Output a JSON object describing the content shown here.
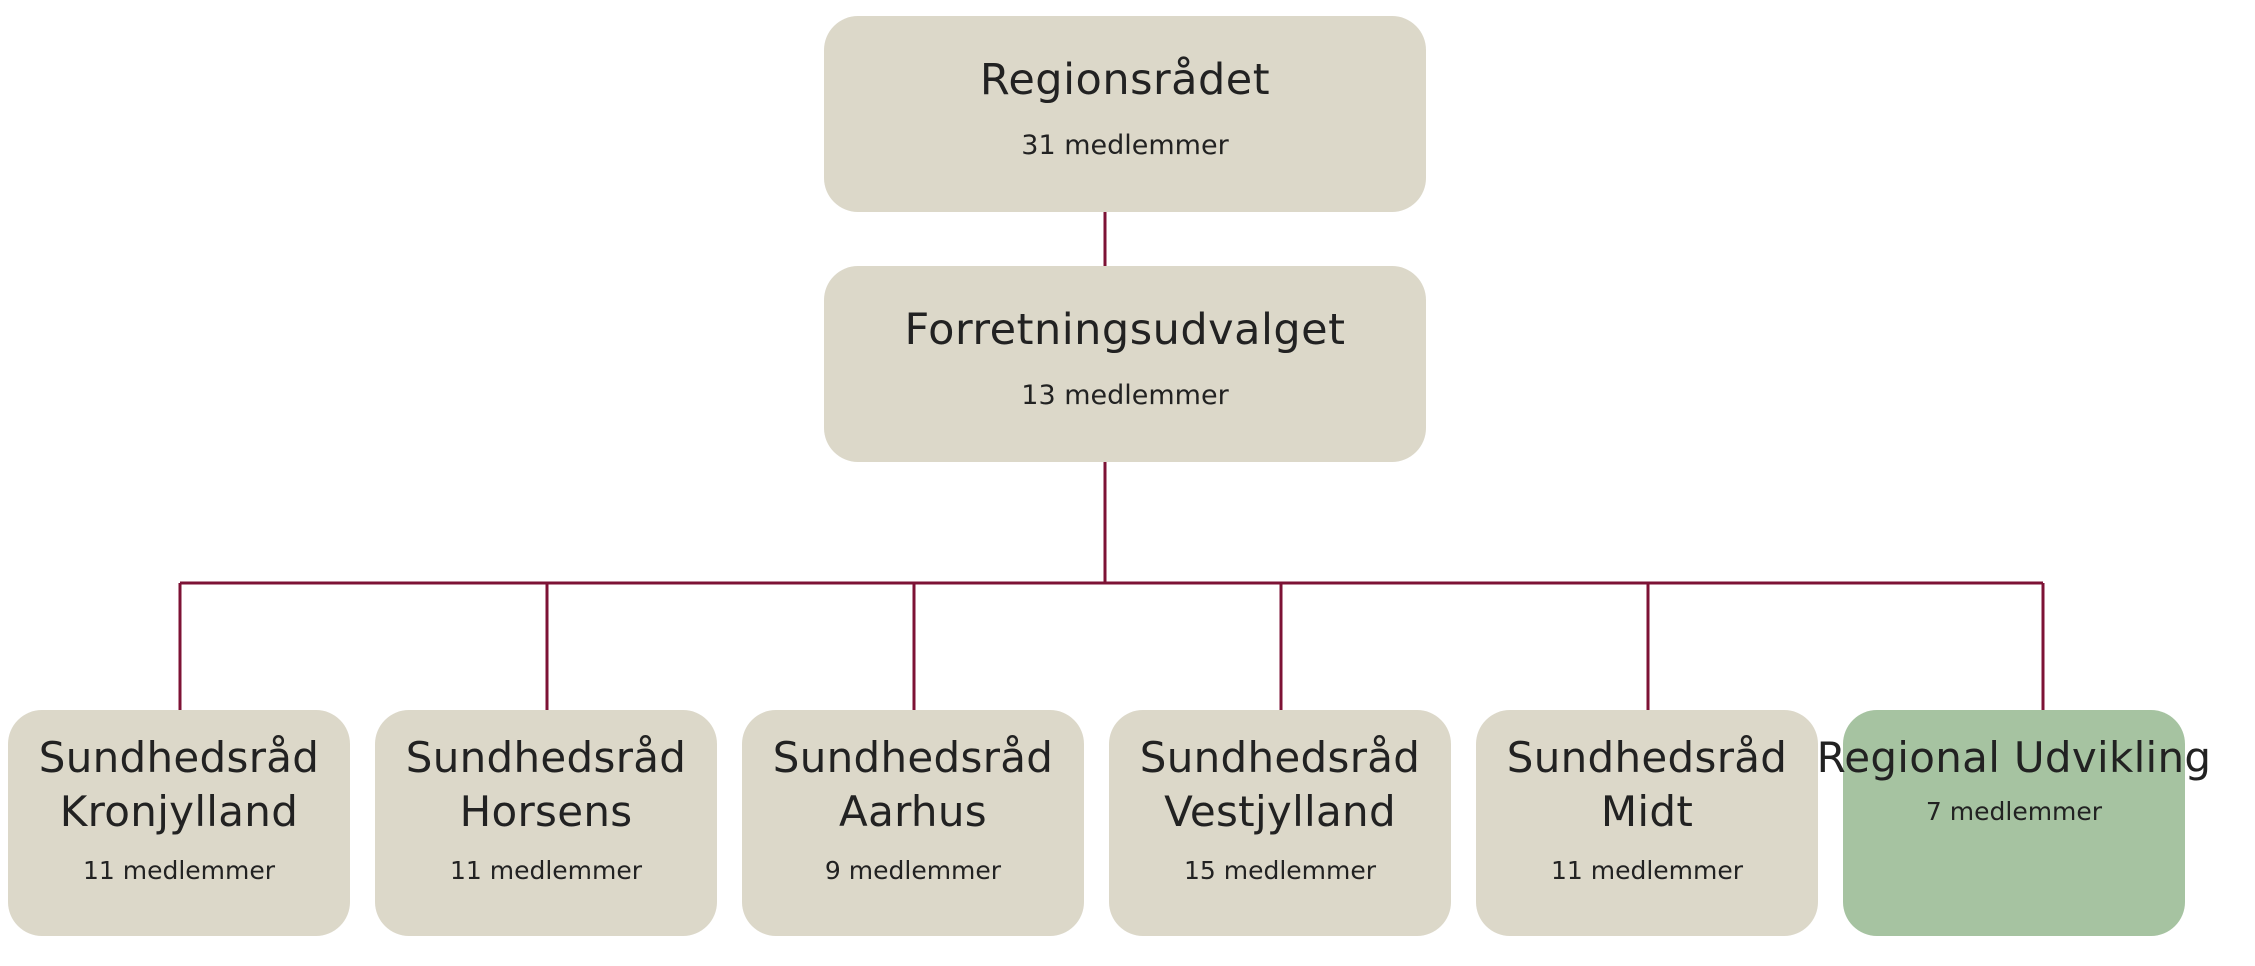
{
  "colors": {
    "box_fill": "#dcd8c9",
    "highlight_fill": "#a6c3a1",
    "connector": "#7d1235",
    "text": "#222222"
  },
  "top_nodes": [
    {
      "title": "Regionsrådet",
      "members": "31 medlemmer"
    },
    {
      "title": "Forretningsudvalget",
      "members": "13 medlemmer"
    }
  ],
  "bottom_nodes": [
    {
      "title_lines": [
        "Sundhedsråd",
        "Kronjylland"
      ],
      "members": "11 medlemmer"
    },
    {
      "title_lines": [
        "Sundhedsråd",
        "Horsens"
      ],
      "members": "11 medlemmer"
    },
    {
      "title_lines": [
        "Sundhedsråd",
        "Aarhus"
      ],
      "members": "9 medlemmer"
    },
    {
      "title_lines": [
        "Sundhedsråd",
        "Vestjylland"
      ],
      "members": "15 medlemmer"
    },
    {
      "title_lines": [
        "Sundhedsråd",
        "Midt"
      ],
      "members": "11 medlemmer"
    },
    {
      "title_lines": [
        "Regional Udvikling"
      ],
      "members": "7 medlemmer",
      "highlight": true
    }
  ]
}
